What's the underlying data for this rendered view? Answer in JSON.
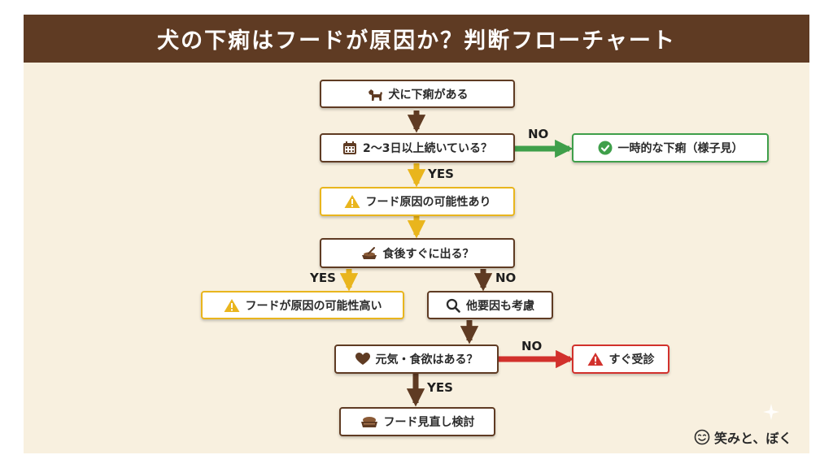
{
  "title": "犬の下痢はフードが原因か？判断フローチャート",
  "nodes": {
    "start": "犬に下痢がある",
    "q_days": "2〜3日以上続いている？",
    "temporary": "一時的な下痢（様子見）",
    "maybe_food": "フード原因の可能性あり",
    "q_after_meal": "食後すぐに出る？",
    "likely_food": "フードが原因の可能性高い",
    "other_causes": "他要因も考慮",
    "q_energy": "元気・食欲はある？",
    "see_vet": "すぐ受診",
    "review_food": "フード見直し検討"
  },
  "edge_labels": {
    "days_no": "NO",
    "days_yes": "YES",
    "meal_yes": "YES",
    "meal_no": "NO",
    "energy_no": "NO",
    "energy_yes": "YES"
  },
  "brand": "笑みと、ぼく",
  "colors": {
    "title_bg": "#5f3b23",
    "background": "#f8f0df",
    "brown": "#5f3b23",
    "yellow": "#e9b51d",
    "green": "#3f9f4a",
    "red": "#d2312c"
  },
  "icons": {
    "start": "dog-icon",
    "q_days": "calendar-icon",
    "temporary": "check-circle-icon",
    "maybe_food": "warning-icon",
    "q_after_meal": "food-bowl-icon",
    "likely_food": "warning-icon",
    "other_causes": "search-icon",
    "q_energy": "heart-icon",
    "see_vet": "warning-icon",
    "review_food": "food-bowl-icon",
    "brand": "smiley-icon"
  }
}
